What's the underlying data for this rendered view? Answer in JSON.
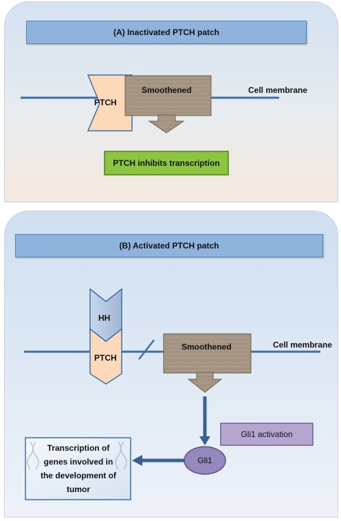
{
  "panel_a": {
    "title": "(A)  Inactivated PTCH patch",
    "ptch": "PTCH",
    "smoothened": "Smoothened",
    "membrane": "Cell membrane",
    "result": "PTCH inhibits transcription"
  },
  "panel_b": {
    "title": "(B) Activated PTCH patch",
    "hh": "HH",
    "ptch": "PTCH",
    "smoothened": "Smoothened",
    "membrane": "Cell membrane",
    "gli_activation": "Gli1 activation",
    "gli": "Gli1",
    "outcome": "Transcription of genes involved in the development of tumor"
  },
  "colors": {
    "title_bar": "#8eb3dc",
    "ptch_fill": "#fbd9b9",
    "hh_fill": "#b8cbe4",
    "smoothened_fill": "#a3917f",
    "result_fill": "#8cc63f",
    "gli_activation_fill": "#b5a6cf",
    "gli_fill": "#9687bc",
    "membrane_line": "#3c6ea8"
  }
}
